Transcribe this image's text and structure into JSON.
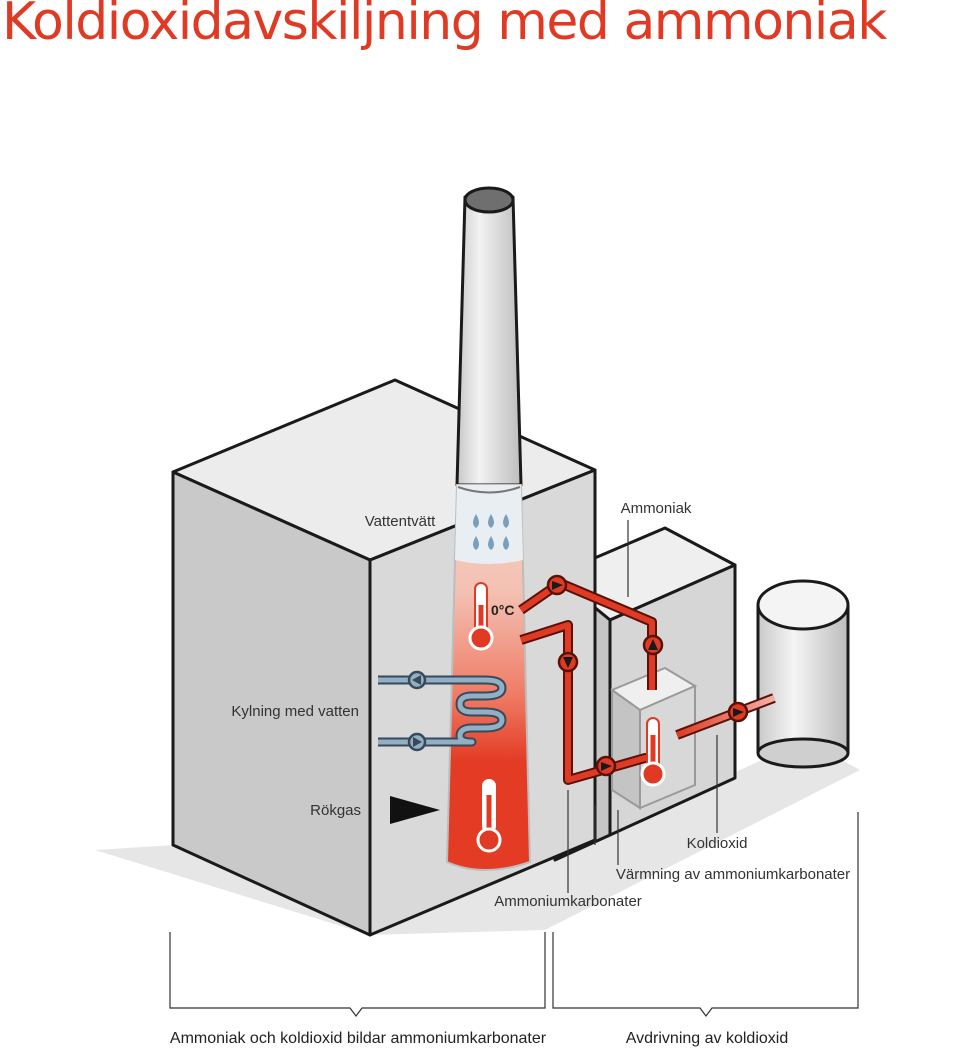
{
  "title": "Koldioxidavskiljning med ammoniak",
  "labels": {
    "vattentvatt": "Vattentvätt",
    "ammoniak": "Ammoniak",
    "temperature": "0°C",
    "kylning": "Kylning med vatten",
    "rokgas": "Rökgas",
    "koldioxid": "Koldioxid",
    "varmning": "Värmning av ammoniumkarbonater",
    "ammoniumkarbonater": "Ammoniumkarbonater"
  },
  "sections": {
    "left": "Ammoniak och koldioxid bildar ammoniumkarbonater",
    "right": "Avdrivning av koldioxid"
  },
  "colors": {
    "title": "#e03a24",
    "pipe_red": "#e03a24",
    "pipe_blue": "#8fa8bd",
    "building": "#d9d9d9",
    "water_drops": "#7a9fbd"
  },
  "icons": [
    "thermometer-icon",
    "water-drop-icon",
    "flow-arrow-icon",
    "flue-gas-arrow-icon"
  ]
}
